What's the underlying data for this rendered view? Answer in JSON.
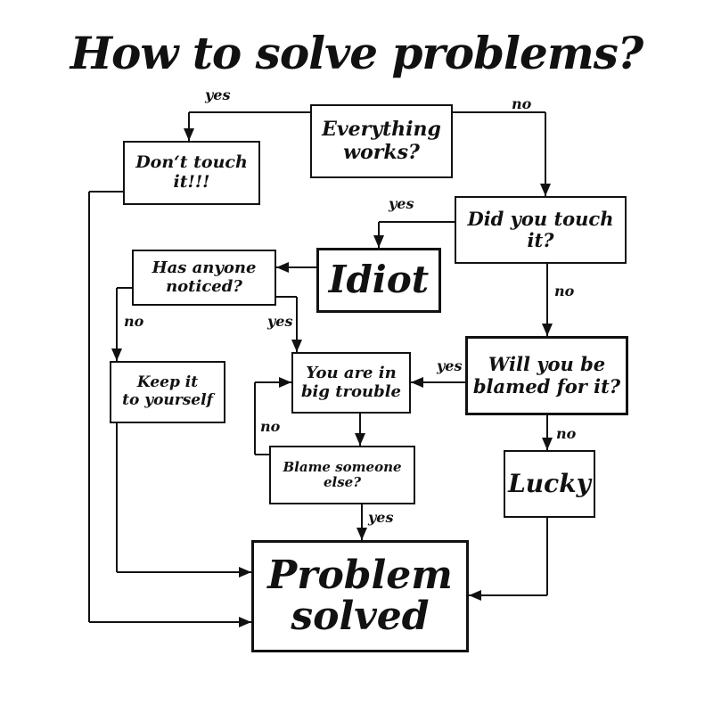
{
  "title": "How to solve problems?",
  "nodes": {
    "everything_works": "Everything\nworks?",
    "dont_touch": "Don‘t touch\nit!!!",
    "did_you_touch": "Did you touch\nit?",
    "idiot": "Idiot",
    "has_anyone_noticed": "Has anyone\nnoticed?",
    "keep_it": "Keep it\nto yourself",
    "big_trouble": "You are in\nbig trouble",
    "blamed": "Will you be\nblamed for it?",
    "blame_someone": "Blame someone\nelse?",
    "lucky": "Lucky",
    "problem_solved": "Problem\nsolved"
  },
  "labels": {
    "yes_dont_touch": "yes",
    "no_did_touch": "no",
    "yes_idiot": "yes",
    "no_blamed": "no",
    "no_keep": "no",
    "yes_trouble": "yes",
    "yes_blamed": "yes",
    "no_blame_someone": "no",
    "no_lucky": "no",
    "yes_solved": "yes"
  },
  "colors": {
    "ink": "#111111",
    "background": "#ffffff"
  }
}
